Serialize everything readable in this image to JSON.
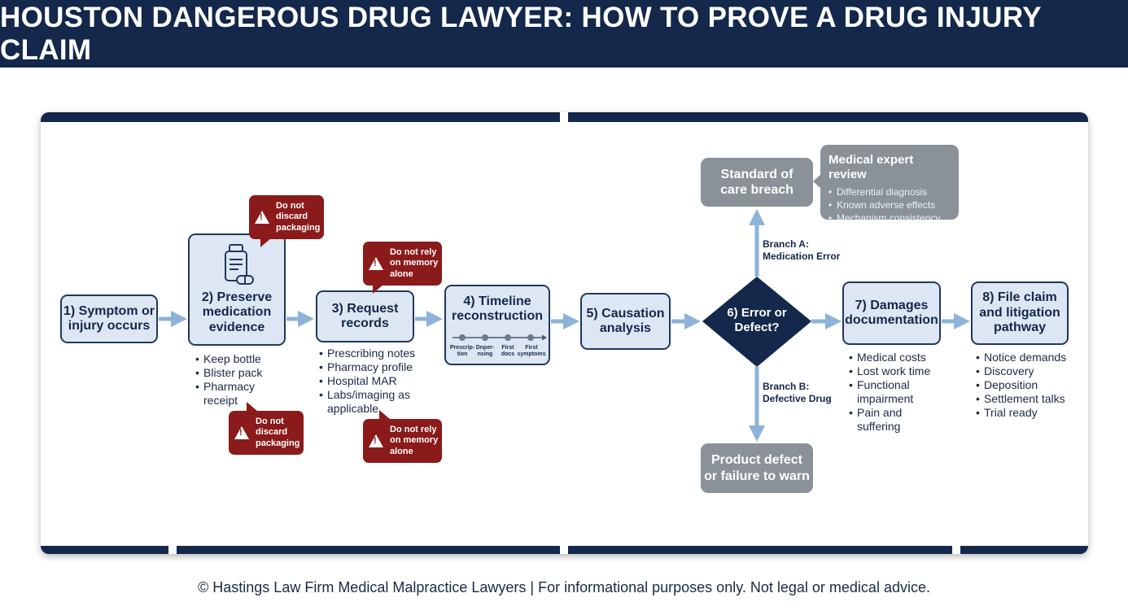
{
  "title": "HOUSTON DANGEROUS DRUG LAWYER: HOW TO PROVE A DRUG INJURY CLAIM",
  "steps": {
    "s1": {
      "line1": "1) Symptom or",
      "line2": "injury occurs"
    },
    "s2": {
      "line1": "2) Preserve",
      "line2": "medication",
      "line3": "evidence"
    },
    "s3": {
      "line1": "3) Request",
      "line2": "records"
    },
    "s4": {
      "line1": "4) Timeline",
      "line2": "reconstruction"
    },
    "s5": {
      "line1": "5) Causation",
      "line2": "analysis"
    },
    "s6": {
      "line1": "6) Error or",
      "line2": "Defect?"
    },
    "s7": {
      "line1": "7) Damages",
      "line2": "documentation"
    },
    "s8": {
      "line1": "8) File claim",
      "line2": "and litigation",
      "line3": "pathway"
    }
  },
  "timeline": {
    "items": [
      {
        "l1": "Prescrip-",
        "l2": "tion"
      },
      {
        "l1": "Dnper-",
        "l2": "nsing"
      },
      {
        "l1": "First",
        "l2": "docs"
      },
      {
        "l1": "First",
        "l2": "symptoms"
      }
    ]
  },
  "lists": {
    "evidence": [
      "Keep bottle",
      "Blister pack",
      "Pharmacy",
      "receipt"
    ],
    "records": [
      "Prescribing notes",
      "Pharmacy profile",
      "Hospital MAR",
      "Labs/imaging as",
      "applicable"
    ],
    "damages": [
      "Medical costs",
      "Lost work time",
      "Functional",
      "impairment",
      "Pain and",
      "suffering"
    ],
    "litigation": [
      "Notice demands",
      "Discovery",
      "Deposition",
      "Settlement talks",
      "Trial ready"
    ]
  },
  "warnings": {
    "top_left": {
      "l1": "Do not",
      "l2": "discard",
      "l3": "packaging"
    },
    "bottom_left": {
      "l1": "Do not",
      "l2": "discard",
      "l3": "packaging"
    },
    "top_mid": {
      "l1": "Do not rely",
      "l2": "on memory",
      "l3": "alone"
    },
    "bottom_mid": {
      "l1": "Do not rely",
      "l2": "on memory",
      "l3": "alone"
    }
  },
  "branches": {
    "a": {
      "l1": "Branch A:",
      "l2": "Medication Error"
    },
    "b": {
      "l1": "Branch B:",
      "l2": "Defective Drug"
    },
    "standard": {
      "l1": "Standard of",
      "l2": "care breach"
    },
    "product": {
      "l1": "Product defect",
      "l2": "or failure to warn"
    }
  },
  "expert": {
    "title": "Medical expert review",
    "items": [
      "Differential diagnosis",
      "Known adverse effects",
      "Mechanism consistency"
    ]
  },
  "footer": "© Hastings Law Firm Medical Malpractice Lawyers | For informational purposes only. Not legal or medical advice.",
  "colors": {
    "navy": "#13284a",
    "box_fill": "#dde7f3",
    "arrow": "#8db3d9",
    "warning": "#8b1a1a",
    "gray": "#8a9199"
  }
}
